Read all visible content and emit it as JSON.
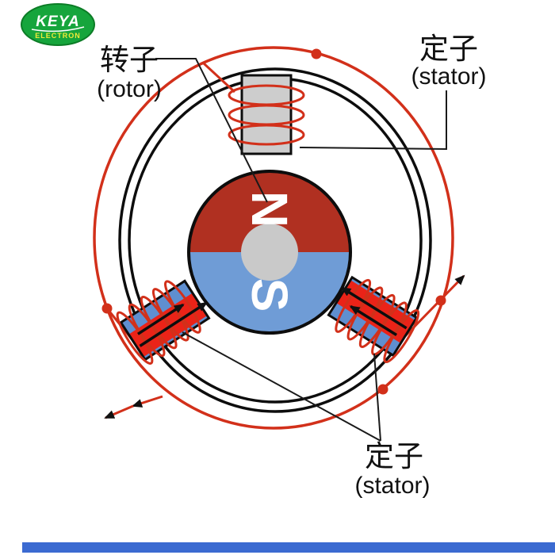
{
  "logo": {
    "name": "KEYA",
    "sub": "ELECTRON"
  },
  "labels": {
    "rotor": {
      "zh": "转子",
      "en": "(rotor)"
    },
    "stator_top": {
      "zh": "定子",
      "en": "(stator)"
    },
    "stator_bottom": {
      "zh": "定子",
      "en": "(stator)"
    }
  },
  "rotor": {
    "north": "N",
    "south": "S"
  },
  "colors": {
    "coil": "#d2301a",
    "magnet_red": "#ea2318",
    "magnet_blue": "#5f8fd0",
    "north": "#b03021",
    "south": "#6f9cd6",
    "pole_core": "#cdcdcd",
    "shaft": "#c9c9c9",
    "outline": "#0d0d0d",
    "footer_bar": "#3b6ad1",
    "logo_green": "#16a53c",
    "logo_yellow": "#f2ea38"
  }
}
